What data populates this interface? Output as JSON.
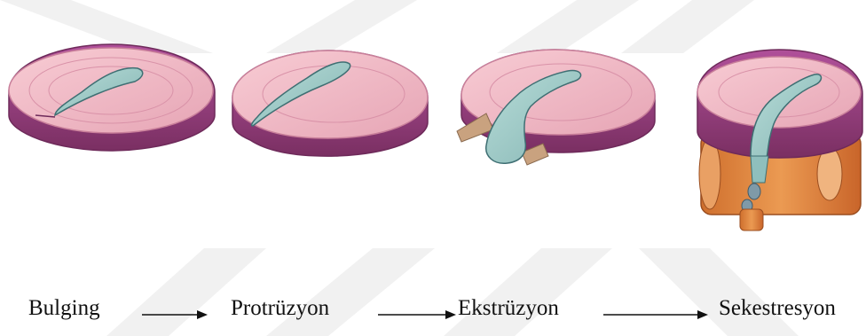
{
  "stages": [
    {
      "id": "bulging",
      "label": "Bulging"
    },
    {
      "id": "protrusion",
      "label": "Protrüzyon"
    },
    {
      "id": "extrusion",
      "label": "Ekstrüzyon"
    },
    {
      "id": "sequestration",
      "label": "Sekestresyon"
    }
  ],
  "colors": {
    "annulus_top": "#f0b8c4",
    "annulus_ring": "#dc98ae",
    "annulus_side": "#9a3d78",
    "nucleus": "#9cc7c3",
    "nucleus_edge": "#3f6f73",
    "vertebra": "#e0843a",
    "watermark": "#f1f1f1"
  }
}
